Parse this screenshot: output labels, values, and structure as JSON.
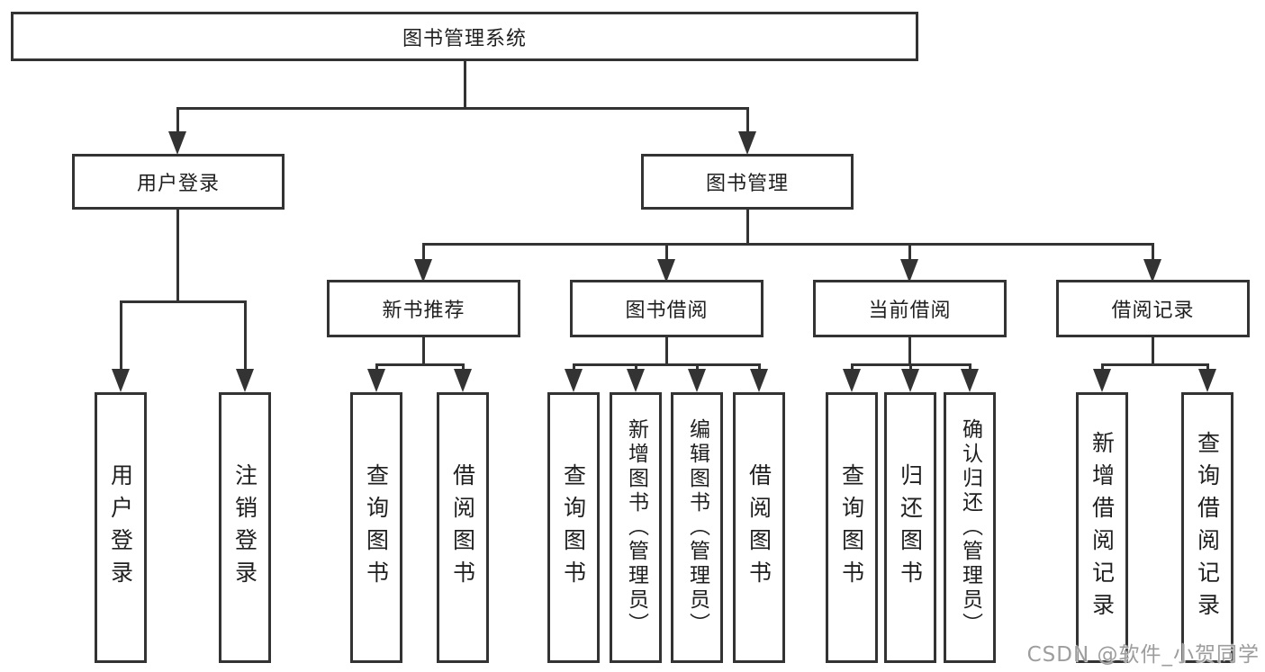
{
  "diagram": {
    "title": "图书管理系统",
    "watermark": "CSDN @软件_小贺同学",
    "colors": {
      "line": "#333333",
      "text": "#1f1f1f",
      "background": "#ffffff",
      "watermark": "#9d9d9d"
    },
    "nodes": {
      "root": {
        "label": "图书管理系统"
      },
      "level2": [
        {
          "id": "user-login",
          "label": "用户登录"
        },
        {
          "id": "book-management",
          "label": "图书管理"
        }
      ],
      "level3": [
        {
          "id": "new-book-recommend",
          "label": "新书推荐",
          "parent": "book-management"
        },
        {
          "id": "book-borrow",
          "label": "图书借阅",
          "parent": "book-management"
        },
        {
          "id": "current-borrow",
          "label": "当前借阅",
          "parent": "book-management"
        },
        {
          "id": "borrow-record",
          "label": "借阅记录",
          "parent": "book-management"
        }
      ],
      "leaves": [
        {
          "group": "user-login",
          "label": "用户登录"
        },
        {
          "group": "user-login",
          "label": "注销登录"
        },
        {
          "group": "new-book-recommend",
          "label": "查询图书"
        },
        {
          "group": "new-book-recommend",
          "label": "借阅图书"
        },
        {
          "group": "book-borrow",
          "label": "查询图书"
        },
        {
          "group": "book-borrow",
          "label": "新增图书（管理员）"
        },
        {
          "group": "book-borrow",
          "label": "编辑图书（管理员）"
        },
        {
          "group": "book-borrow",
          "label": "借阅图书"
        },
        {
          "group": "current-borrow",
          "label": "查询图书"
        },
        {
          "group": "current-borrow",
          "label": "归还图书"
        },
        {
          "group": "current-borrow",
          "label": "确认归还（管理员）"
        },
        {
          "group": "borrow-record",
          "label": "新增借阅记录"
        },
        {
          "group": "borrow-record",
          "label": "查询借阅记录"
        }
      ]
    }
  }
}
